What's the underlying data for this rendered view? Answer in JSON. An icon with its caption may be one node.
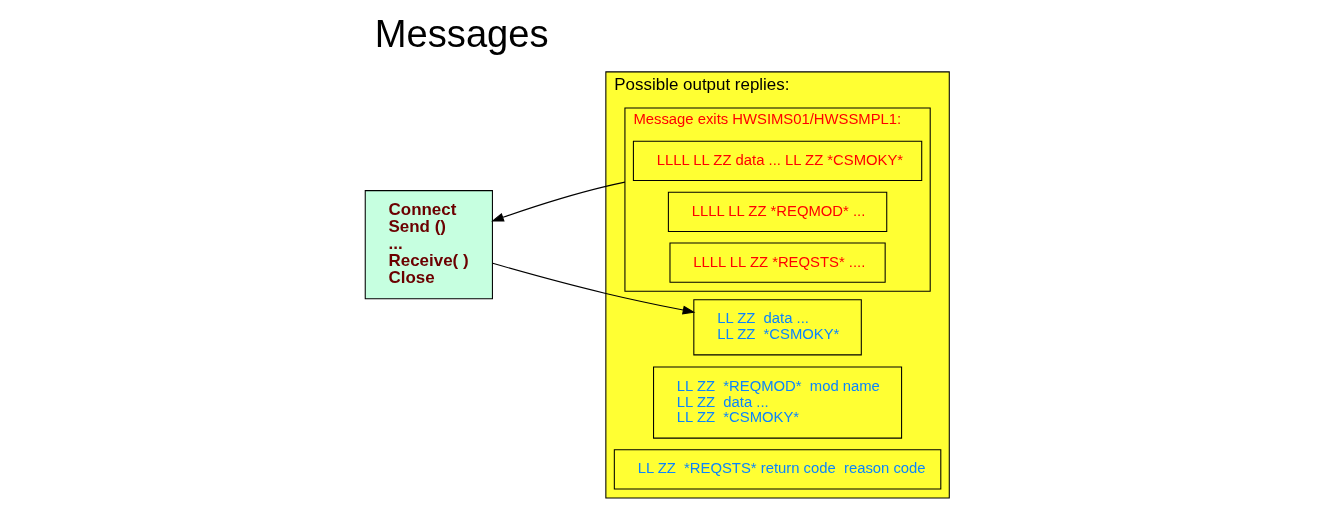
{
  "diagram": {
    "title": "Messages",
    "nodes": [
      {
        "text": [
          "Connect",
          "Send ()",
          "...",
          "Receive( )",
          "Close"
        ]
      },
      {
        "text": [
          "Possible output replies:"
        ]
      },
      {
        "text": [
          "LL ZZ  data ...",
          "LL ZZ  *CSMOKY*"
        ],
        "in": 1
      },
      {
        "text": [
          "LL ZZ  *REQMOD*  mod name",
          "LL ZZ  data ...",
          "LL ZZ  *CSMOKY*"
        ],
        "in": 1
      },
      {
        "text": [
          "LL ZZ  *REQSTS* return code  reason code"
        ],
        "in": 1
      },
      {
        "text": [
          "Message exits HWSIMS01/HWSSMPL1:"
        ],
        "in": 1
      },
      {
        "text": [
          "LLLL LL ZZ data ... LL ZZ *CSMOKY*"
        ],
        "in": 5
      },
      {
        "text": [
          "LLLL LL ZZ *REQMOD* ..."
        ],
        "in": 5
      },
      {
        "text": [
          "LLLL LL ZZ *REQSTS* ...."
        ],
        "in": 5
      }
    ],
    "edges": [
      {
        "from": 0,
        "to": 2,
        "arrow": "to"
      },
      {
        "from": 5,
        "to": 0,
        "arrow": "to"
      }
    ]
  }
}
